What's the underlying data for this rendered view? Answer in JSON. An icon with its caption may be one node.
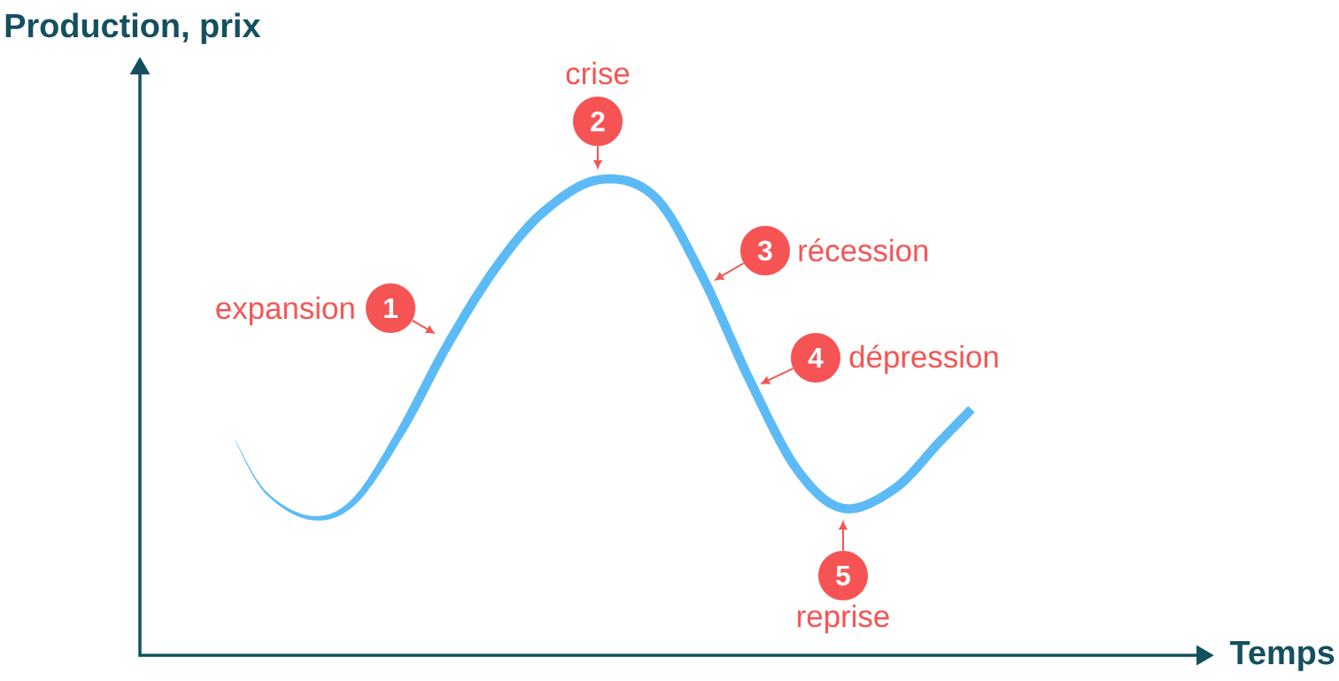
{
  "diagram": {
    "nodes": [
      {
        "text": [
          "1"
        ],
        "beside": [
          "expansion"
        ]
      },
      {
        "text": [
          "2"
        ],
        "beside": [
          "crise"
        ]
      },
      {
        "text": [
          "3"
        ],
        "beside": [
          "récession"
        ]
      },
      {
        "text": [
          "4"
        ],
        "beside": [
          "dépression"
        ]
      },
      {
        "text": [
          "5"
        ],
        "beside": [
          "reprise"
        ]
      }
    ],
    "edges": [
      {
        "from": 0,
        "to": null,
        "arrow": "to"
      },
      {
        "from": 1,
        "to": null,
        "arrow": "to"
      },
      {
        "from": 2,
        "to": null,
        "arrow": "to"
      },
      {
        "from": 3,
        "to": null,
        "arrow": "to"
      },
      {
        "from": 4,
        "to": null,
        "arrow": "to"
      }
    ],
    "labels": [
      "Production, prix",
      "Temps"
    ]
  }
}
